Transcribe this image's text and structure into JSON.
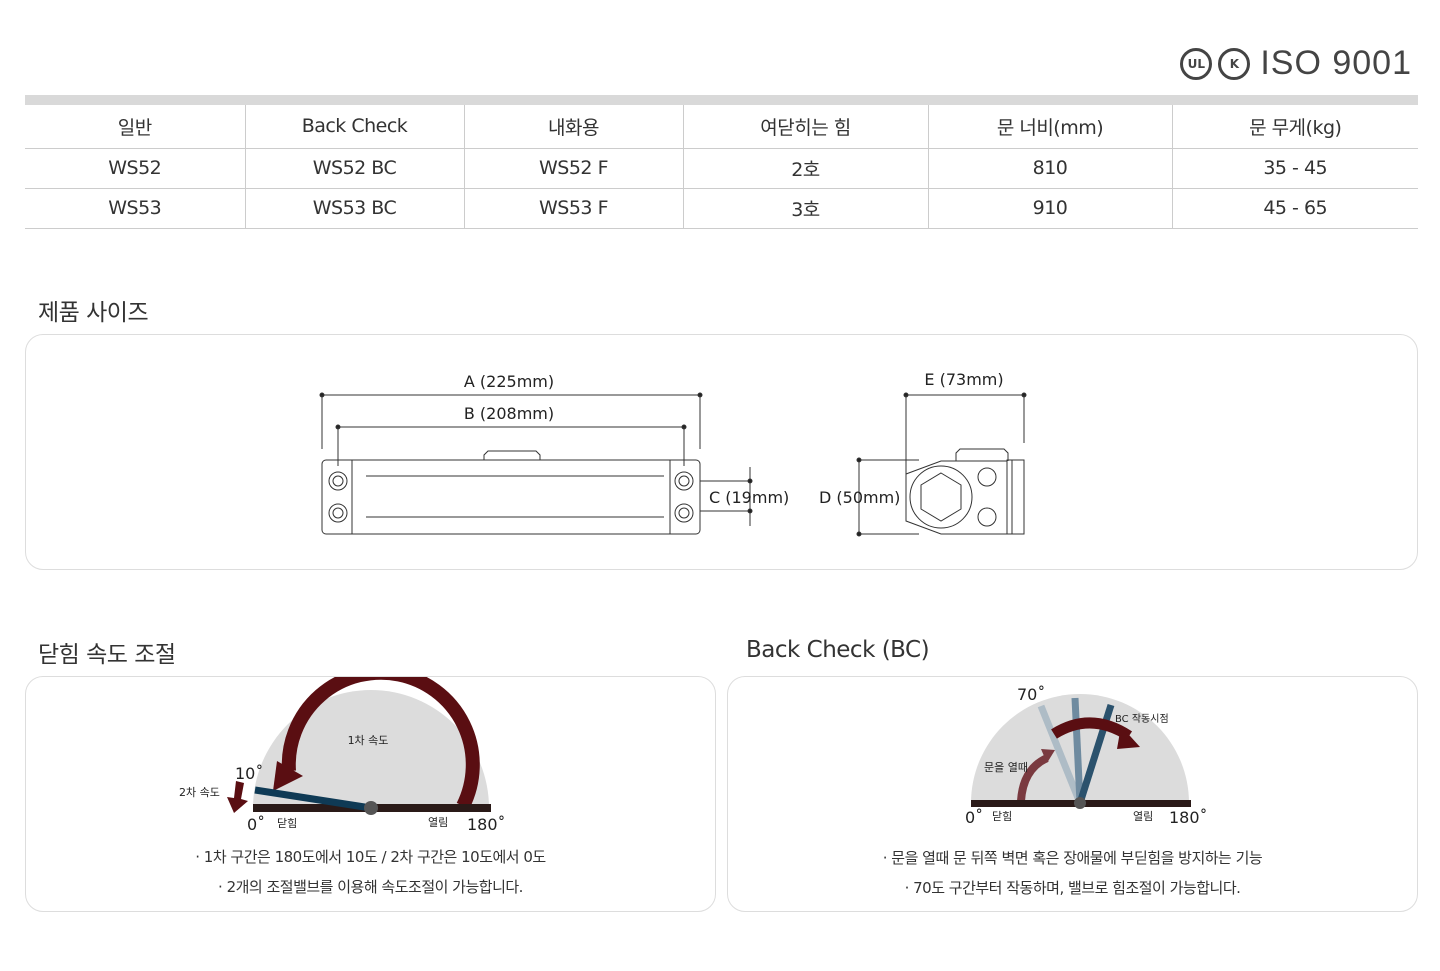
{
  "certifications": {
    "ul": "UL",
    "kc": "K",
    "iso": "ISO 9001"
  },
  "spec_table": {
    "headers": [
      "일반",
      "Back Check",
      "내화용",
      "여닫히는 힘",
      "문 너비(mm)",
      "문 무게(kg)"
    ],
    "rows": [
      [
        "WS52",
        "WS52 BC",
        "WS52 F",
        "2호",
        "810",
        "35 - 45"
      ],
      [
        "WS53",
        "WS53 BC",
        "WS53 F",
        "3호",
        "910",
        "45 - 65"
      ]
    ]
  },
  "size_section": {
    "title": "제품 사이즈",
    "dim_a": "A (225mm)",
    "dim_b": "B (208mm)",
    "dim_c": "C (19mm)",
    "dim_d": "D (50mm)",
    "dim_e": "E (73mm)"
  },
  "speed_section": {
    "title": "닫힘 속도 조절",
    "label_primary": "1차 속도",
    "label_secondary": "2차 속도",
    "deg_10": "10˚",
    "deg_0": "0˚",
    "deg_180": "180˚",
    "closed": "닫힘",
    "open": "열림",
    "notes": [
      "· 1차 구간은 180도에서 10도 / 2차 구간은 10도에서 0도",
      "· 2개의 조절밸브를 이용해 속도조절이 가능합니다."
    ]
  },
  "bc_section": {
    "title": "Back Check (BC)",
    "deg_70": "70˚",
    "deg_0": "0˚",
    "deg_180": "180˚",
    "closed": "닫힘",
    "open": "열림",
    "label_opening": "문을 열때",
    "label_bc_start": "BC 작동시점",
    "notes": [
      "· 문을 열때 문 뒤쪽 벽면 혹은 장애물에 부딛힘을 방지하는 기능",
      "· 70도 구간부터 작동하며, 밸브로 힘조절이 가능합니다."
    ]
  },
  "colors": {
    "arrow": "#5a0e12",
    "blue": "#0f3a55",
    "gray": "#dcdcdc"
  }
}
